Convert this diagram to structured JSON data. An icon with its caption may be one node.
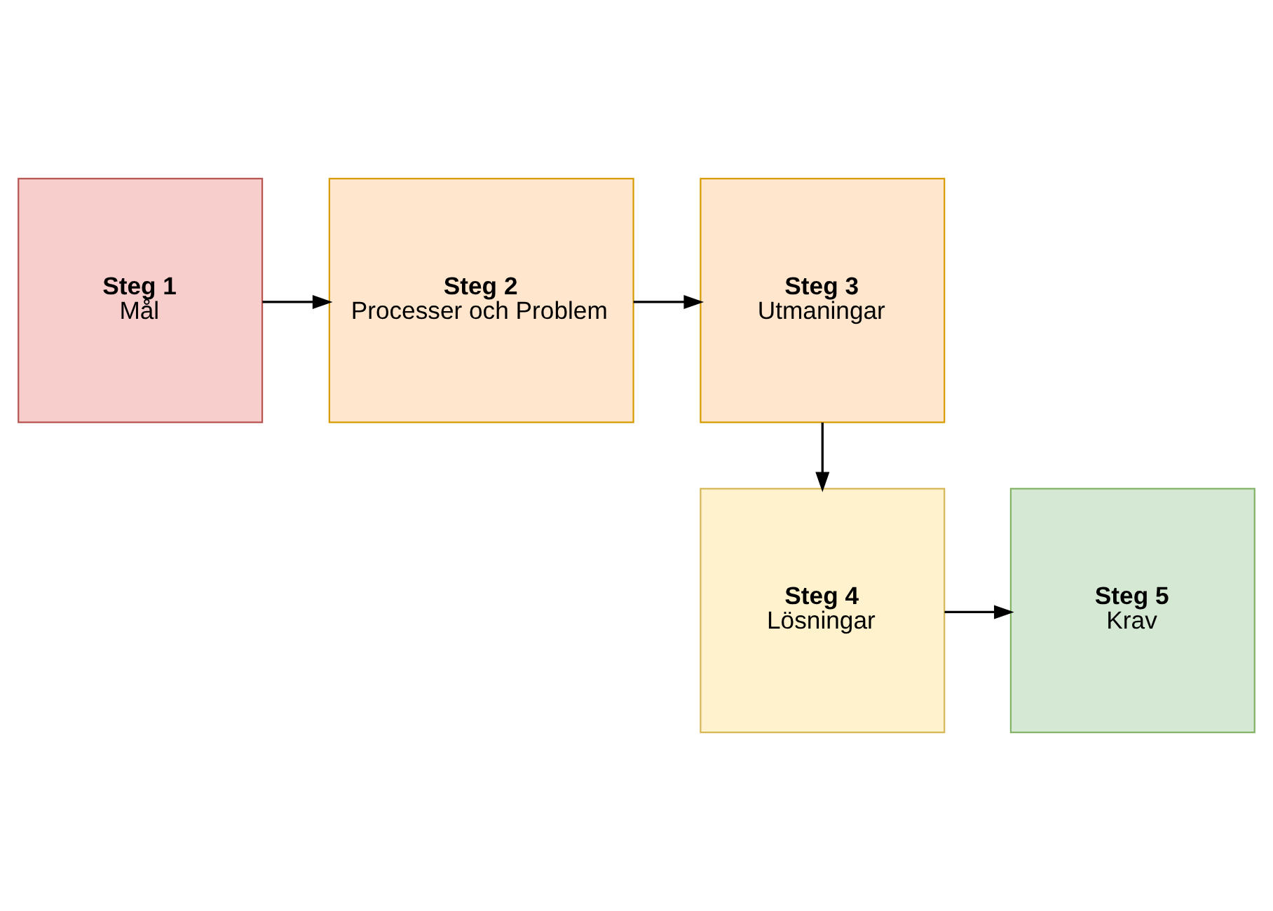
{
  "diagram": {
    "nodes": [
      {
        "text": [
          "Steg 1",
          "Mål"
        ]
      },
      {
        "text": [
          "Steg 2",
          "Processer och Problem"
        ]
      },
      {
        "text": [
          "Steg 3",
          "Utmaningar"
        ]
      },
      {
        "text": [
          "Steg 4",
          "Lösningar"
        ]
      },
      {
        "text": [
          "Steg 5",
          "Krav"
        ]
      }
    ],
    "edges": [
      {
        "from": 0,
        "to": 1,
        "arrow": "to"
      },
      {
        "from": 1,
        "to": 2,
        "arrow": "to"
      },
      {
        "from": 2,
        "to": 3,
        "arrow": "to"
      },
      {
        "from": 3,
        "to": 4,
        "arrow": "to"
      }
    ]
  }
}
